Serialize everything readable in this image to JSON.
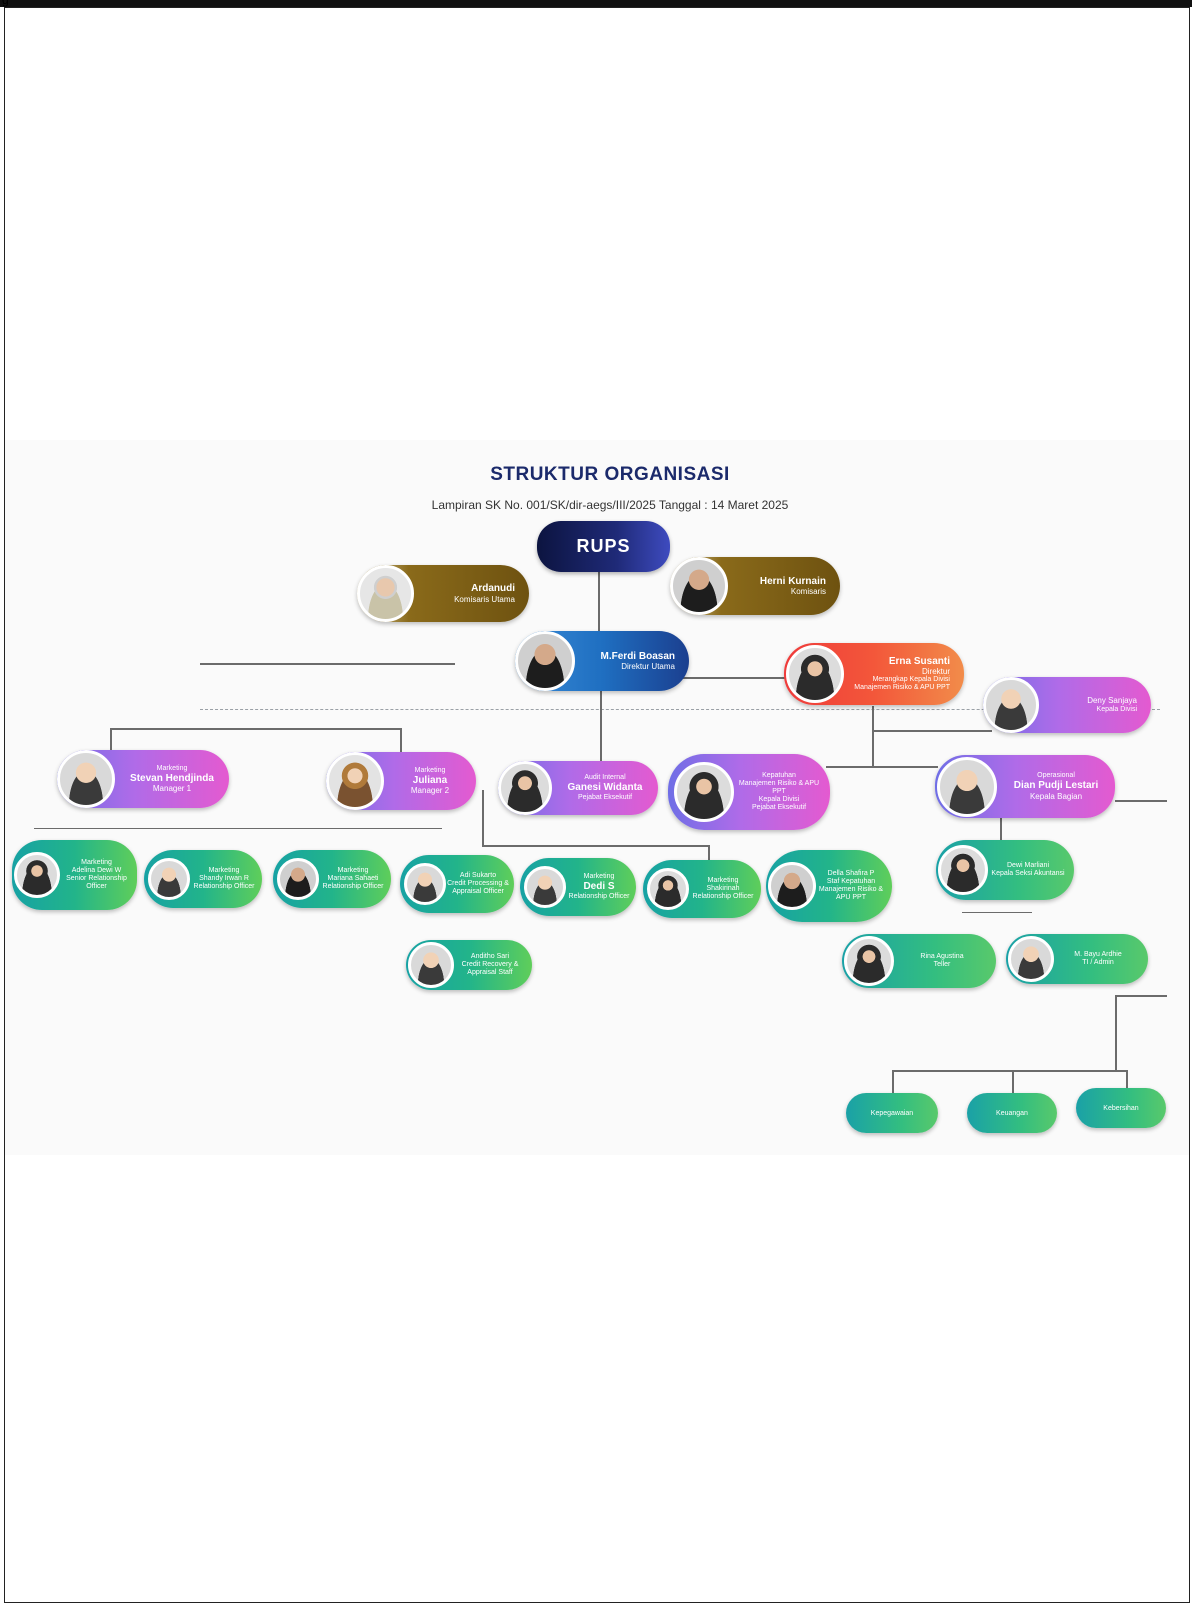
{
  "header": {
    "glyph": "g"
  },
  "chart": {
    "title": "STRUKTUR ORGANISASI",
    "subtitle": "Lampiran SK No. 001/SK/dir-aegs/III/2025 Tanggal : 14 Maret 2025",
    "root": "RUPS",
    "commissioners": [
      {
        "name": "Ardanudi",
        "role": "Komisaris Utama"
      },
      {
        "name": "Herni Kurnain",
        "role": "Komisaris"
      }
    ],
    "director": {
      "name": "M.Ferdi Boasan",
      "role": "Direktur Utama"
    },
    "director2": {
      "name": "Erna Susanti",
      "role": "Direktur",
      "note": "Merangkap Kepala Divisi Manajemen Risiko & APU PPT"
    },
    "extra_right": {
      "name": "Deny Sanjaya",
      "role": "Kepala Divisi"
    },
    "managers": [
      {
        "dept": "Marketing",
        "name": "Stevan Hendjinda",
        "role": "Manager 1"
      },
      {
        "dept": "Marketing",
        "name": "Juliana",
        "role": "Manager 2"
      },
      {
        "dept": "Audit Internal",
        "name": "Ganesi Widanta",
        "role": "Pejabat Eksekutif"
      },
      {
        "dept": "Kepatuhan",
        "name": "Manajemen Risiko & APU PPT",
        "role": "Kepala Divisi",
        "note": "Pejabat Eksekutif"
      },
      {
        "dept": "Operasional",
        "name": "Dian Pudji Lestari",
        "role": "Kepala Bagian"
      }
    ],
    "staff": [
      {
        "dept": "Marketing",
        "name": "Adelina Dewi W",
        "role": "Senior Relationship Officer"
      },
      {
        "dept": "Marketing",
        "name": "Shandy Irwan R",
        "role": "Relationship Officer"
      },
      {
        "dept": "Marketing",
        "name": "Mariana Sahaeti",
        "role": "Relationship Officer"
      },
      {
        "dept": "",
        "name": "Adi Sukarto",
        "role": "Credit Processing & Appraisal Officer"
      },
      {
        "dept": "Marketing",
        "name": "Dedi S",
        "role": "Relationship Officer"
      },
      {
        "dept": "Marketing",
        "name": "Shakirinah",
        "role": "Relationship Officer"
      },
      {
        "dept": "",
        "name": "Della Shafira P",
        "role": "Staf Kepatuhan Manajemen Risiko & APU PPT"
      },
      {
        "dept": "",
        "name": "Anditho Sari",
        "role": "Credit Recovery & Appraisal Staff"
      },
      {
        "dept": "",
        "name": "Dewi Marliani",
        "role": "Kepala Seksi Akuntansi"
      },
      {
        "dept": "",
        "name": "Rina Agustina",
        "role": "Teller"
      },
      {
        "dept": "",
        "name": "M. Bayu Ardhie",
        "role": "TI / Admin"
      }
    ],
    "sections": [
      "Kepegawaian",
      "Keuangan",
      "Kebersihan"
    ]
  },
  "colors": {
    "title": "#1b2a6b",
    "root": "#0c1440",
    "gold": "#6e5210",
    "pink": "#e45ad0",
    "green": "#22b48a"
  }
}
